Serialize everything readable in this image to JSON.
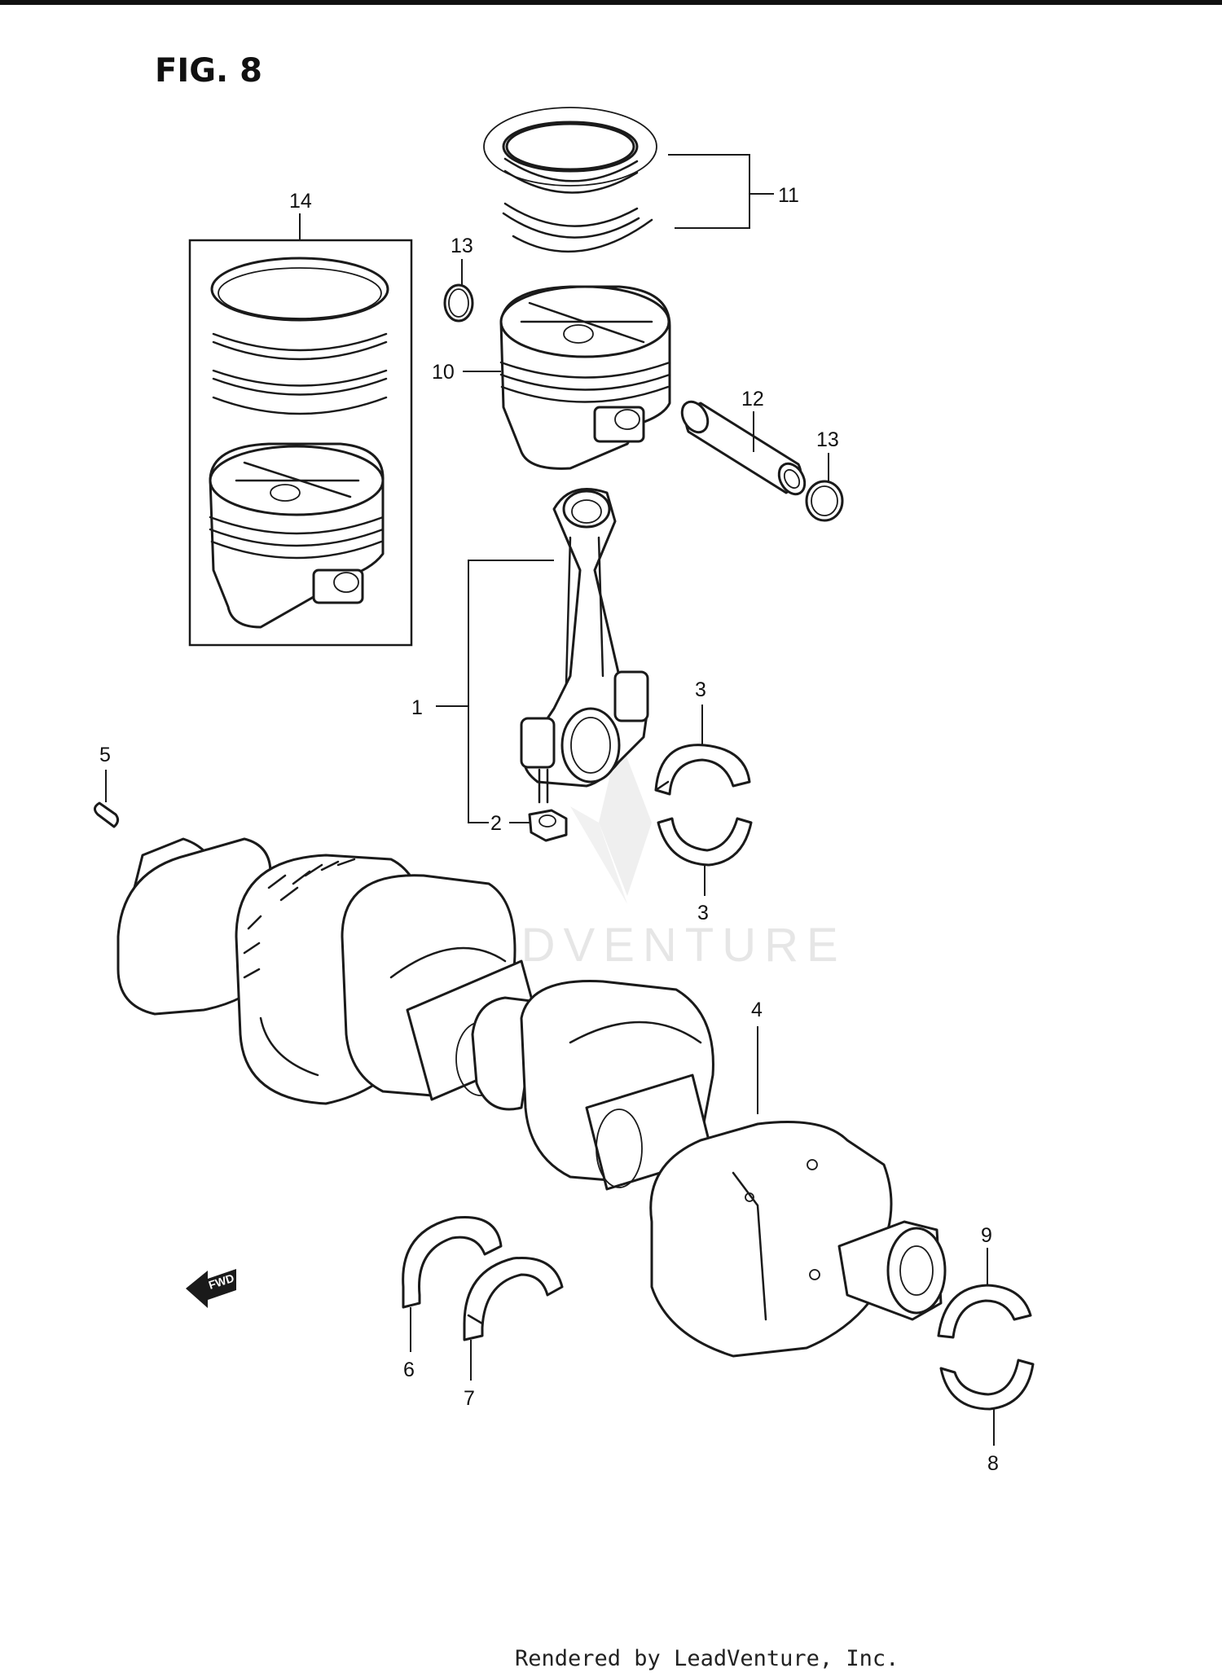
{
  "figure": {
    "title": "FIG. 8"
  },
  "watermark": {
    "text": "LEADVENTURE"
  },
  "fwd_indicator": {
    "label": "FWD"
  },
  "footer": {
    "text": "Rendered by LeadVenture, Inc."
  },
  "callouts": {
    "c1": "1",
    "c2": "2",
    "c3_top": "3",
    "c3_bottom": "3",
    "c4": "4",
    "c5": "5",
    "c6": "6",
    "c7": "7",
    "c8": "8",
    "c9": "9",
    "c10": "10",
    "c11": "11",
    "c12": "12",
    "c13_left": "13",
    "c13_right": "13",
    "c14": "14"
  },
  "icons": {
    "piston": "piston-icon",
    "rings": "piston-ring-set-icon",
    "pin": "piston-pin-icon",
    "circlip": "circlip-icon",
    "rod": "connecting-rod-icon",
    "nut": "nut-icon",
    "bearing": "bearing-shell-icon",
    "crankshaft": "crankshaft-icon",
    "dowel": "dowel-pin-icon",
    "thrust": "thrust-washer-icon",
    "arrow": "fwd-arrow-icon"
  }
}
